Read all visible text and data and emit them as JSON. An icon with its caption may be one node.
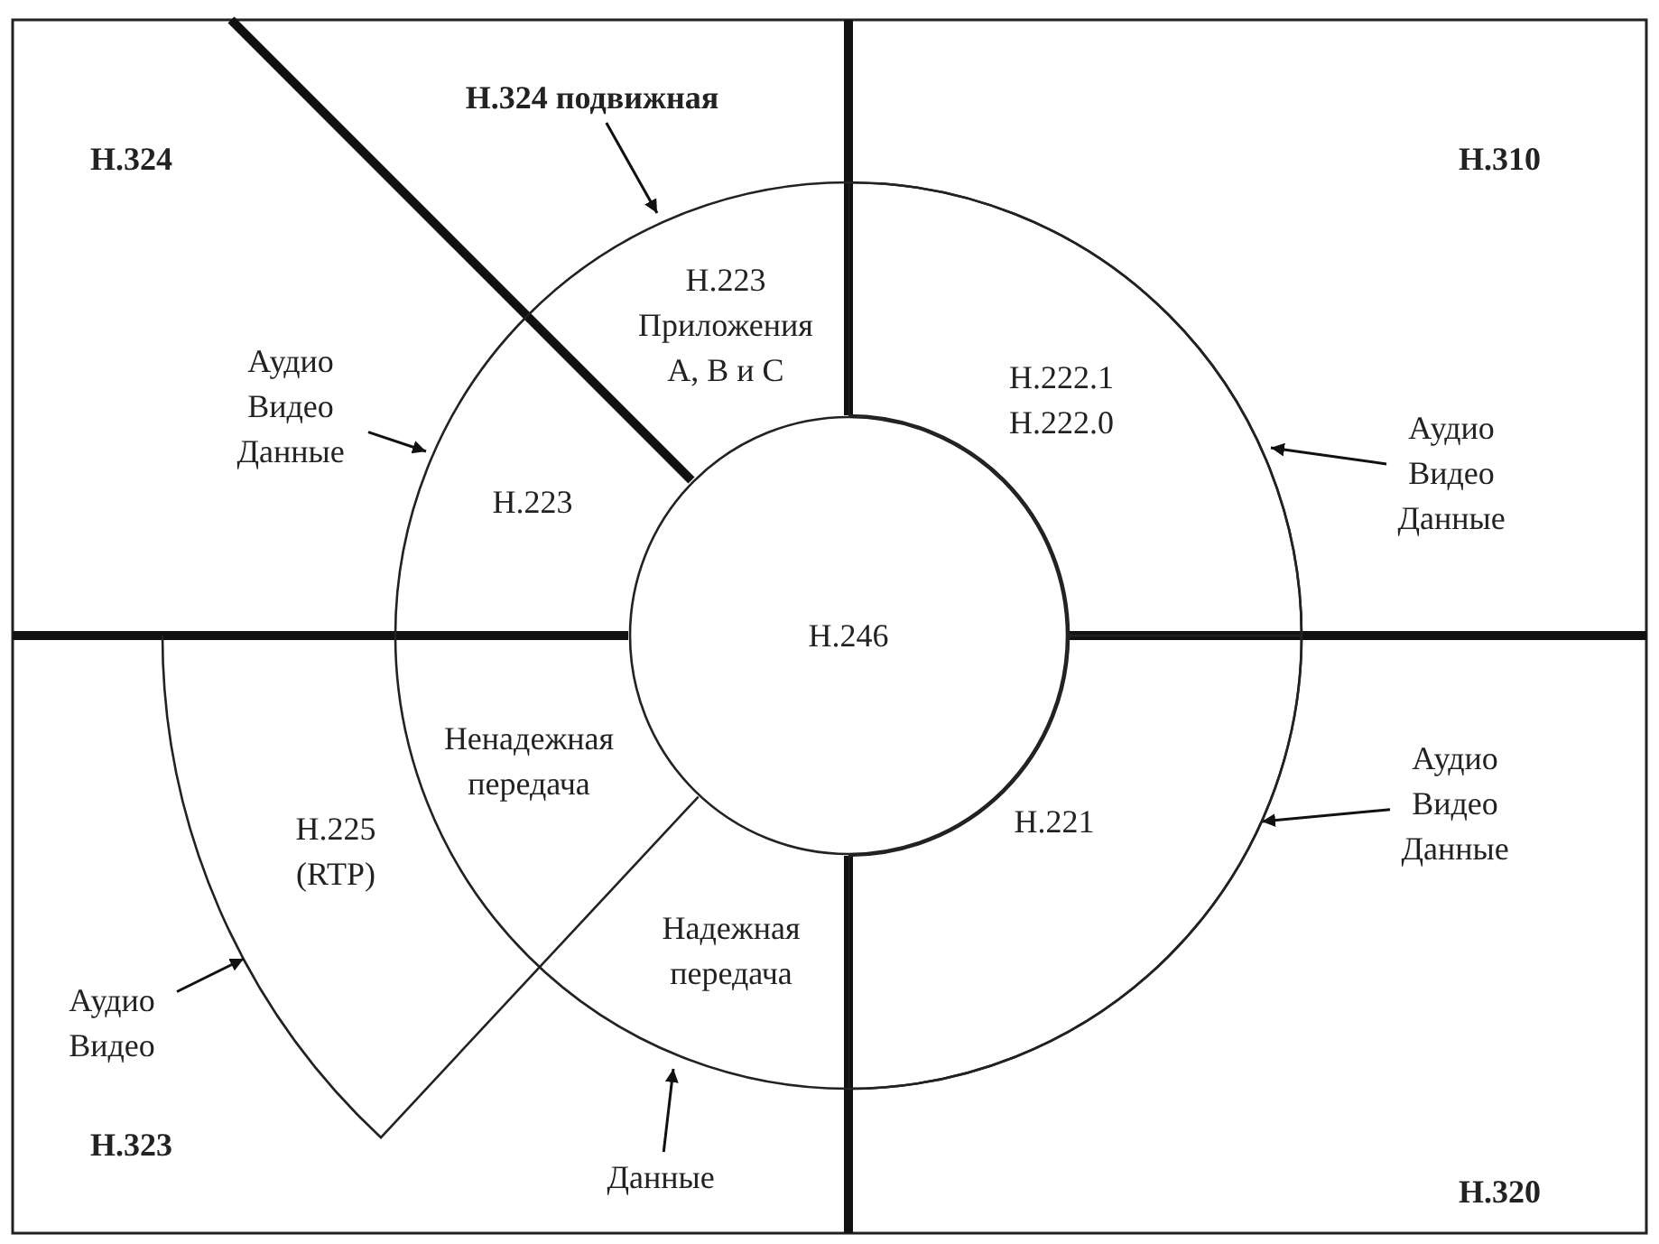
{
  "diagram": {
    "nodes": [
      {
        "text": [
          "H.246"
        ]
      },
      {
        "text": [
          "H.223"
        ]
      },
      {
        "text": [
          "H.223 Приложения A, B и C"
        ]
      },
      {
        "text": [
          "H.222.1 H.222.0"
        ]
      },
      {
        "text": [
          "H.221"
        ]
      },
      {
        "text": [
          "Ненадежная передача"
        ]
      },
      {
        "text": [
          "Надежная передача"
        ]
      },
      {
        "text": [
          "H.225 (RTP)"
        ]
      },
      {
        "text": [
          "Аудио Видео Данные"
        ]
      },
      {
        "text": [
          "Аудио Видео Данные"
        ]
      },
      {
        "text": [
          "Аудио Видео Данные"
        ]
      },
      {
        "text": [
          "Аудио Видео"
        ]
      },
      {
        "text": [
          "Данные"
        ]
      },
      {
        "text": [
          "H.324 подвижная"
        ]
      }
    ],
    "edges": [
      {
        "from": 8,
        "to": 1,
        "arrow": "to"
      },
      {
        "from": 9,
        "to": 3,
        "arrow": "to"
      },
      {
        "from": 10,
        "to": 4,
        "arrow": "to"
      },
      {
        "from": 11,
        "to": 7,
        "arrow": "to"
      },
      {
        "from": 12,
        "to": 6,
        "arrow": "to"
      },
      {
        "from": 13,
        "to": 2,
        "arrow": "to"
      }
    ],
    "labels": [
      "H.324",
      "H.310",
      "H.323",
      "H.320"
    ]
  }
}
